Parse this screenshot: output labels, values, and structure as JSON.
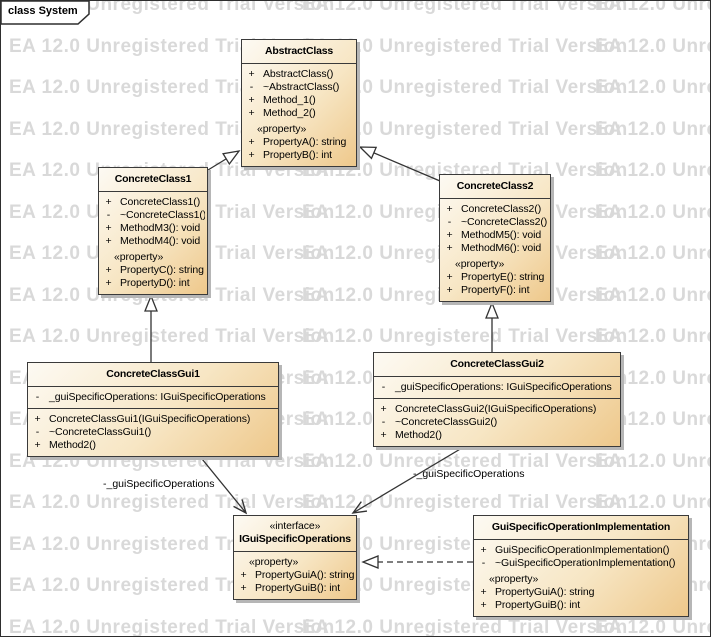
{
  "frame": {
    "tab_label": "class System"
  },
  "watermark": {
    "text": "EA 12.0 Unregistered Trial Version",
    "color": "#d9d9d9"
  },
  "colors": {
    "box_fill_light": "#fdfaf3",
    "box_fill_dark": "#eec88b",
    "box_border": "#3a3a3a",
    "box_shadow": "#b6b6b6",
    "connector": "#333333"
  },
  "classes": {
    "abstract_class": {
      "title": "AbstractClass",
      "operations": [
        {
          "vis": "+",
          "text": "AbstractClass()"
        },
        {
          "vis": "-",
          "text": "~AbstractClass()"
        },
        {
          "vis": "+",
          "text": "Method_1()"
        },
        {
          "vis": "+",
          "text": "Method_2()"
        }
      ],
      "property_stereotype": "«property»",
      "properties": [
        {
          "vis": "+",
          "text": "PropertyA(): string"
        },
        {
          "vis": "+",
          "text": "PropertyB(): int"
        }
      ]
    },
    "concrete_class1": {
      "title": "ConcreteClass1",
      "operations": [
        {
          "vis": "+",
          "text": "ConcreteClass1()"
        },
        {
          "vis": "-",
          "text": "~ConcreteClass1()"
        },
        {
          "vis": "+",
          "text": "MethodM3(): void"
        },
        {
          "vis": "+",
          "text": "MethodM4(): void"
        }
      ],
      "property_stereotype": "«property»",
      "properties": [
        {
          "vis": "+",
          "text": "PropertyC(): string"
        },
        {
          "vis": "+",
          "text": "PropertyD(): int"
        }
      ]
    },
    "concrete_class2": {
      "title": "ConcreteClass2",
      "operations": [
        {
          "vis": "+",
          "text": "ConcreteClass2()"
        },
        {
          "vis": "-",
          "text": "~ConcreteClass2()"
        },
        {
          "vis": "+",
          "text": "MethodM5(): void"
        },
        {
          "vis": "+",
          "text": "MethodM6(): void"
        }
      ],
      "property_stereotype": "«property»",
      "properties": [
        {
          "vis": "+",
          "text": "PropertyE(): string"
        },
        {
          "vis": "+",
          "text": "PropertyF(): int"
        }
      ]
    },
    "concrete_class_gui1": {
      "title": "ConcreteClassGui1",
      "attributes": [
        {
          "vis": "-",
          "text": "_guiSpecificOperations: IGuiSpecificOperations"
        }
      ],
      "operations": [
        {
          "vis": "+",
          "text": "ConcreteClassGui1(IGuiSpecificOperations)"
        },
        {
          "vis": "-",
          "text": "~ConcreteClassGui1()"
        },
        {
          "vis": "+",
          "text": "Method2()"
        }
      ]
    },
    "concrete_class_gui2": {
      "title": "ConcreteClassGui2",
      "attributes": [
        {
          "vis": "-",
          "text": "_guiSpecificOperations: IGuiSpecificOperations"
        }
      ],
      "operations": [
        {
          "vis": "+",
          "text": "ConcreteClassGui2(IGuiSpecificOperations)"
        },
        {
          "vis": "-",
          "text": "~ConcreteClassGui2()"
        },
        {
          "vis": "+",
          "text": "Method2()"
        }
      ]
    },
    "igui_specific_operations": {
      "stereotype": "«interface»",
      "title": "IGuiSpecificOperations",
      "property_stereotype": "«property»",
      "properties": [
        {
          "vis": "+",
          "text": "PropertyGuiA(): string"
        },
        {
          "vis": "+",
          "text": "PropertyGuiB(): int"
        }
      ]
    },
    "gui_specific_operation_implementation": {
      "title": "GuiSpecificOperationImplementation",
      "operations": [
        {
          "vis": "+",
          "text": "GuiSpecificOperationImplementation()"
        },
        {
          "vis": "-",
          "text": "~GuiSpecificOperationImplementation()"
        }
      ],
      "property_stereotype": "«property»",
      "properties": [
        {
          "vis": "+",
          "text": "PropertyGuiA(): string"
        },
        {
          "vis": "+",
          "text": "PropertyGuiB(): int"
        }
      ]
    }
  },
  "edge_labels": {
    "gui1_to_interface": "-_guiSpecificOperations",
    "gui2_to_interface": "-_guiSpecificOperations"
  }
}
